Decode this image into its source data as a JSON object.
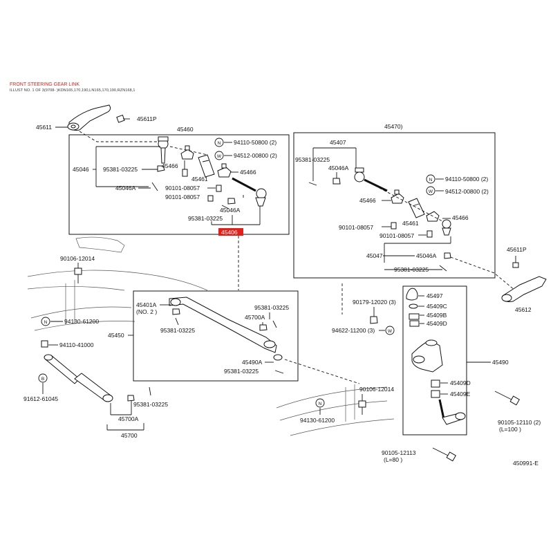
{
  "header": {
    "title": "FRONT STEERING GEAR LINK",
    "subtitle": "ILLUST NO. 1 OF 3(9708- )KDN165,170,190,LN165,170,190,RZN168,1"
  },
  "highlight_color": "#e0201b",
  "diagram_code": "450991-E",
  "badges": {
    "n": "N",
    "w": "W",
    "b": "B"
  },
  "labels": {
    "p45611": "45611",
    "p45611P_top": "45611P",
    "p45460": "45460",
    "p45046_l": "45046",
    "p95381_l1": "95381-03225",
    "p45466_l1": "45466",
    "p45046A_l1": "45046A",
    "p45461_l": "45461",
    "p90101_l1": "90101-08057",
    "p90101_l2": "90101-08057",
    "p45046A_l2": "45046A",
    "p95381_l2": "95381-03225",
    "p45466_l2": "45466",
    "p94110_l": "94110-50800 (2)",
    "p94512_l": "94512-00800 (2)",
    "p45406": "45406",
    "p45470": "45470)",
    "p45407": "45407",
    "p95381_r1": "95381-03225",
    "p45046A_r1": "45046A",
    "p94110_r": "94110-50800 (2)",
    "p94512_r": "94512-00800 (2)",
    "p45466_r1": "45466",
    "p45461_r": "45461",
    "p45466_r2": "45466",
    "p90101_r1": "90101-08057",
    "p90101_r2": "90101-08057",
    "p45047": "45047",
    "p45046A_r2": "45046A",
    "p95381_r2": "95381-03225",
    "p45611P_r": "45611P",
    "p45612": "45612",
    "p90106_l": "90106-12014",
    "p94130_l": "94130-61200",
    "p45401A": "45401A",
    "p45401A_no": "(NO. 2 )",
    "p95381_c1": "95381-03225",
    "p95381_c2": "95381-03225",
    "p45700A_c": "45700A",
    "p45450": "45450",
    "p45490A": "45490A",
    "p95381_c3": "95381-03225",
    "p94110_41000": "94110-41000",
    "p91612": "91612-61045",
    "p95381_s": "95381-03225",
    "p45700A_s": "45700A",
    "p45700": "45700",
    "p90179": "90179-12020 (3)",
    "p94622": "94622-11200 (3)",
    "p45497": "45497",
    "p45409C": "45409C",
    "p45409B": "45409B",
    "p45409D_1": "45409D",
    "p45490": "45490",
    "p45409D_2": "45409D",
    "p45409E": "45409E",
    "p90106_c": "90106-12014",
    "p94130_c": "94130-61200",
    "p90105_a": "90105-12110 (2)",
    "p90105_a_l": "(L=100 )",
    "p90105_b": "90105-12113",
    "p90105_b_l": "(L=80 )"
  }
}
